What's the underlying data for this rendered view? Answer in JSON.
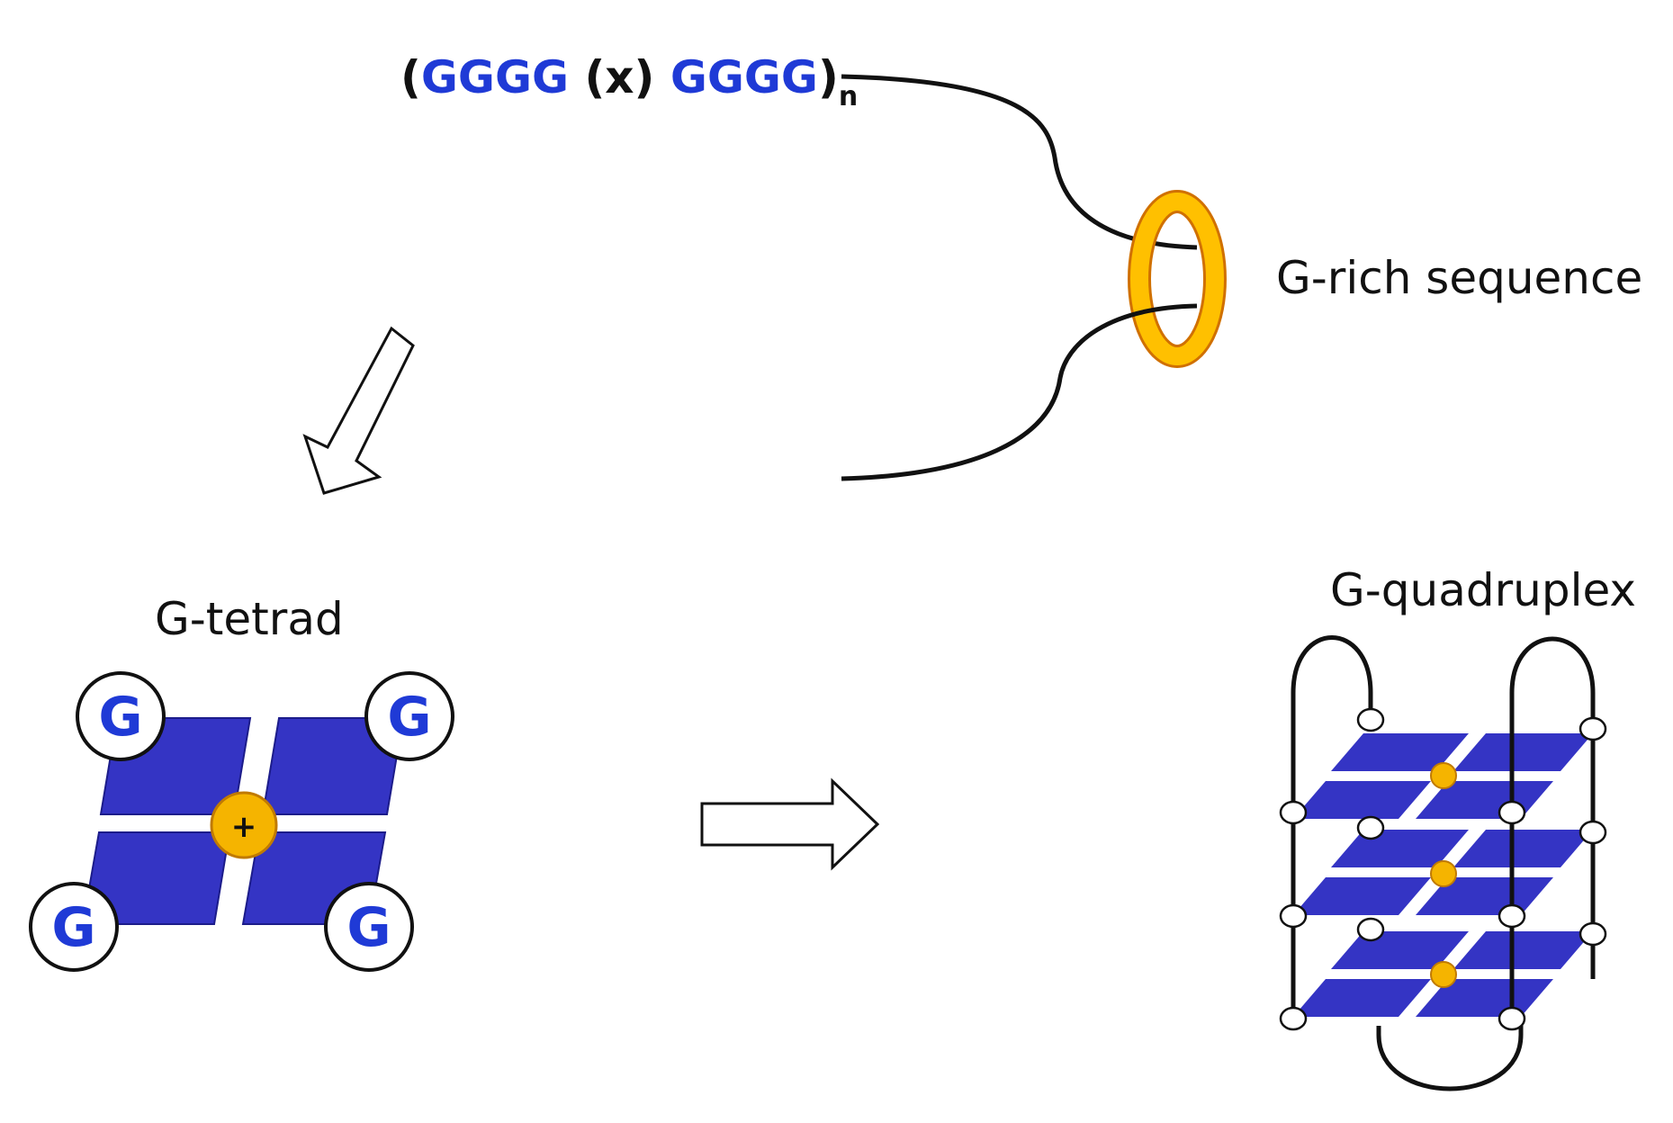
{
  "sequence": {
    "open_paren": "(",
    "g_block_1": "GGGG",
    "spacer": " (x) ",
    "g_block_2": "GGGG",
    "close_paren": ")",
    "subscript": "n"
  },
  "labels": {
    "g_rich": "G-rich sequence",
    "g_tetrad": "G-tetrad",
    "g_quadruplex": "G-quadruplex"
  },
  "tetrad": {
    "guanine_letter": "G",
    "cation_symbol": "+"
  },
  "colors": {
    "guanine_text": "#1f3ad6",
    "plane_fill": "#3434c4",
    "cation_fill": "#f5b400",
    "cation_stroke": "#c07a00",
    "ring_fill": "#ffc000",
    "ring_stroke": "#d07000",
    "line": "#111111"
  }
}
